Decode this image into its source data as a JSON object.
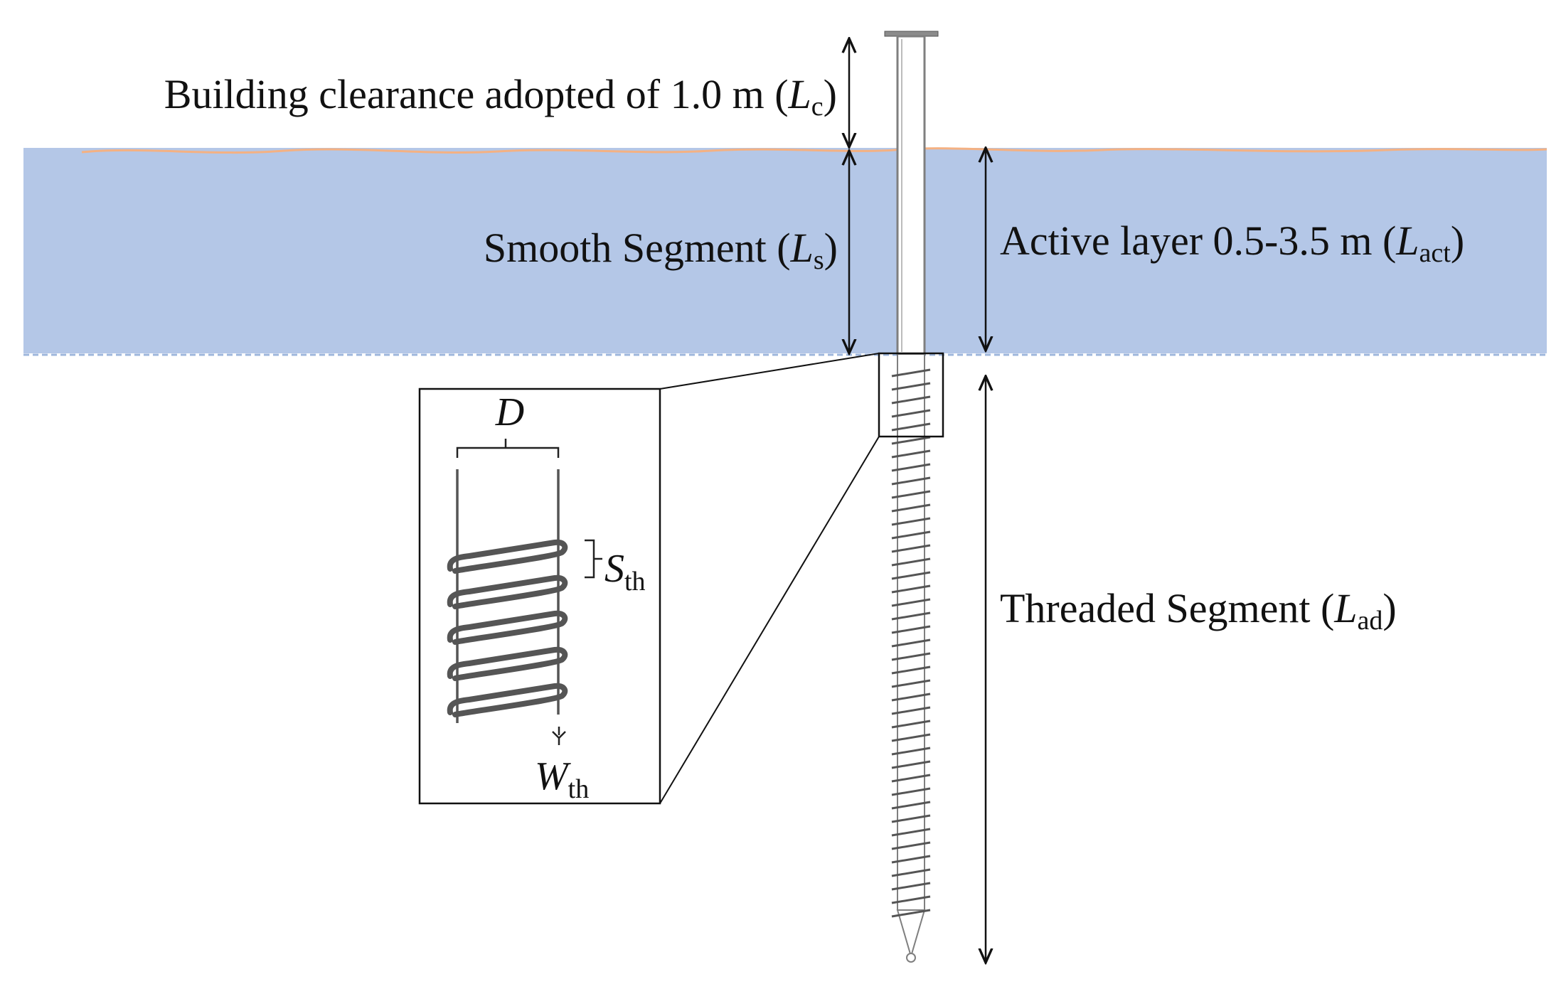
{
  "colors": {
    "active_layer_fill": "#b4c7e7",
    "surface_line": "#f4b183",
    "line": "#111111",
    "shaft_edge": "#7f7f7f",
    "thread": "#555555"
  },
  "labels": {
    "clearance": {
      "text": "Building clearance adopted of 1.0 m (",
      "symbol": "L",
      "subscript": "c",
      "close": ")"
    },
    "smooth": {
      "text": "Smooth Segment (",
      "symbol": "L",
      "subscript": "s",
      "close": ")"
    },
    "active": {
      "text": "Active layer 0.5-3.5 m (",
      "symbol": "L",
      "subscript": "act",
      "close": ")"
    },
    "threaded": {
      "text": "Threaded Segment (",
      "symbol": "L",
      "subscript": "ad",
      "close": ")"
    },
    "diameter": {
      "symbol": "D"
    },
    "spacing": {
      "symbol": "S",
      "subscript": "th"
    },
    "width": {
      "symbol": "W",
      "subscript": "th"
    }
  }
}
